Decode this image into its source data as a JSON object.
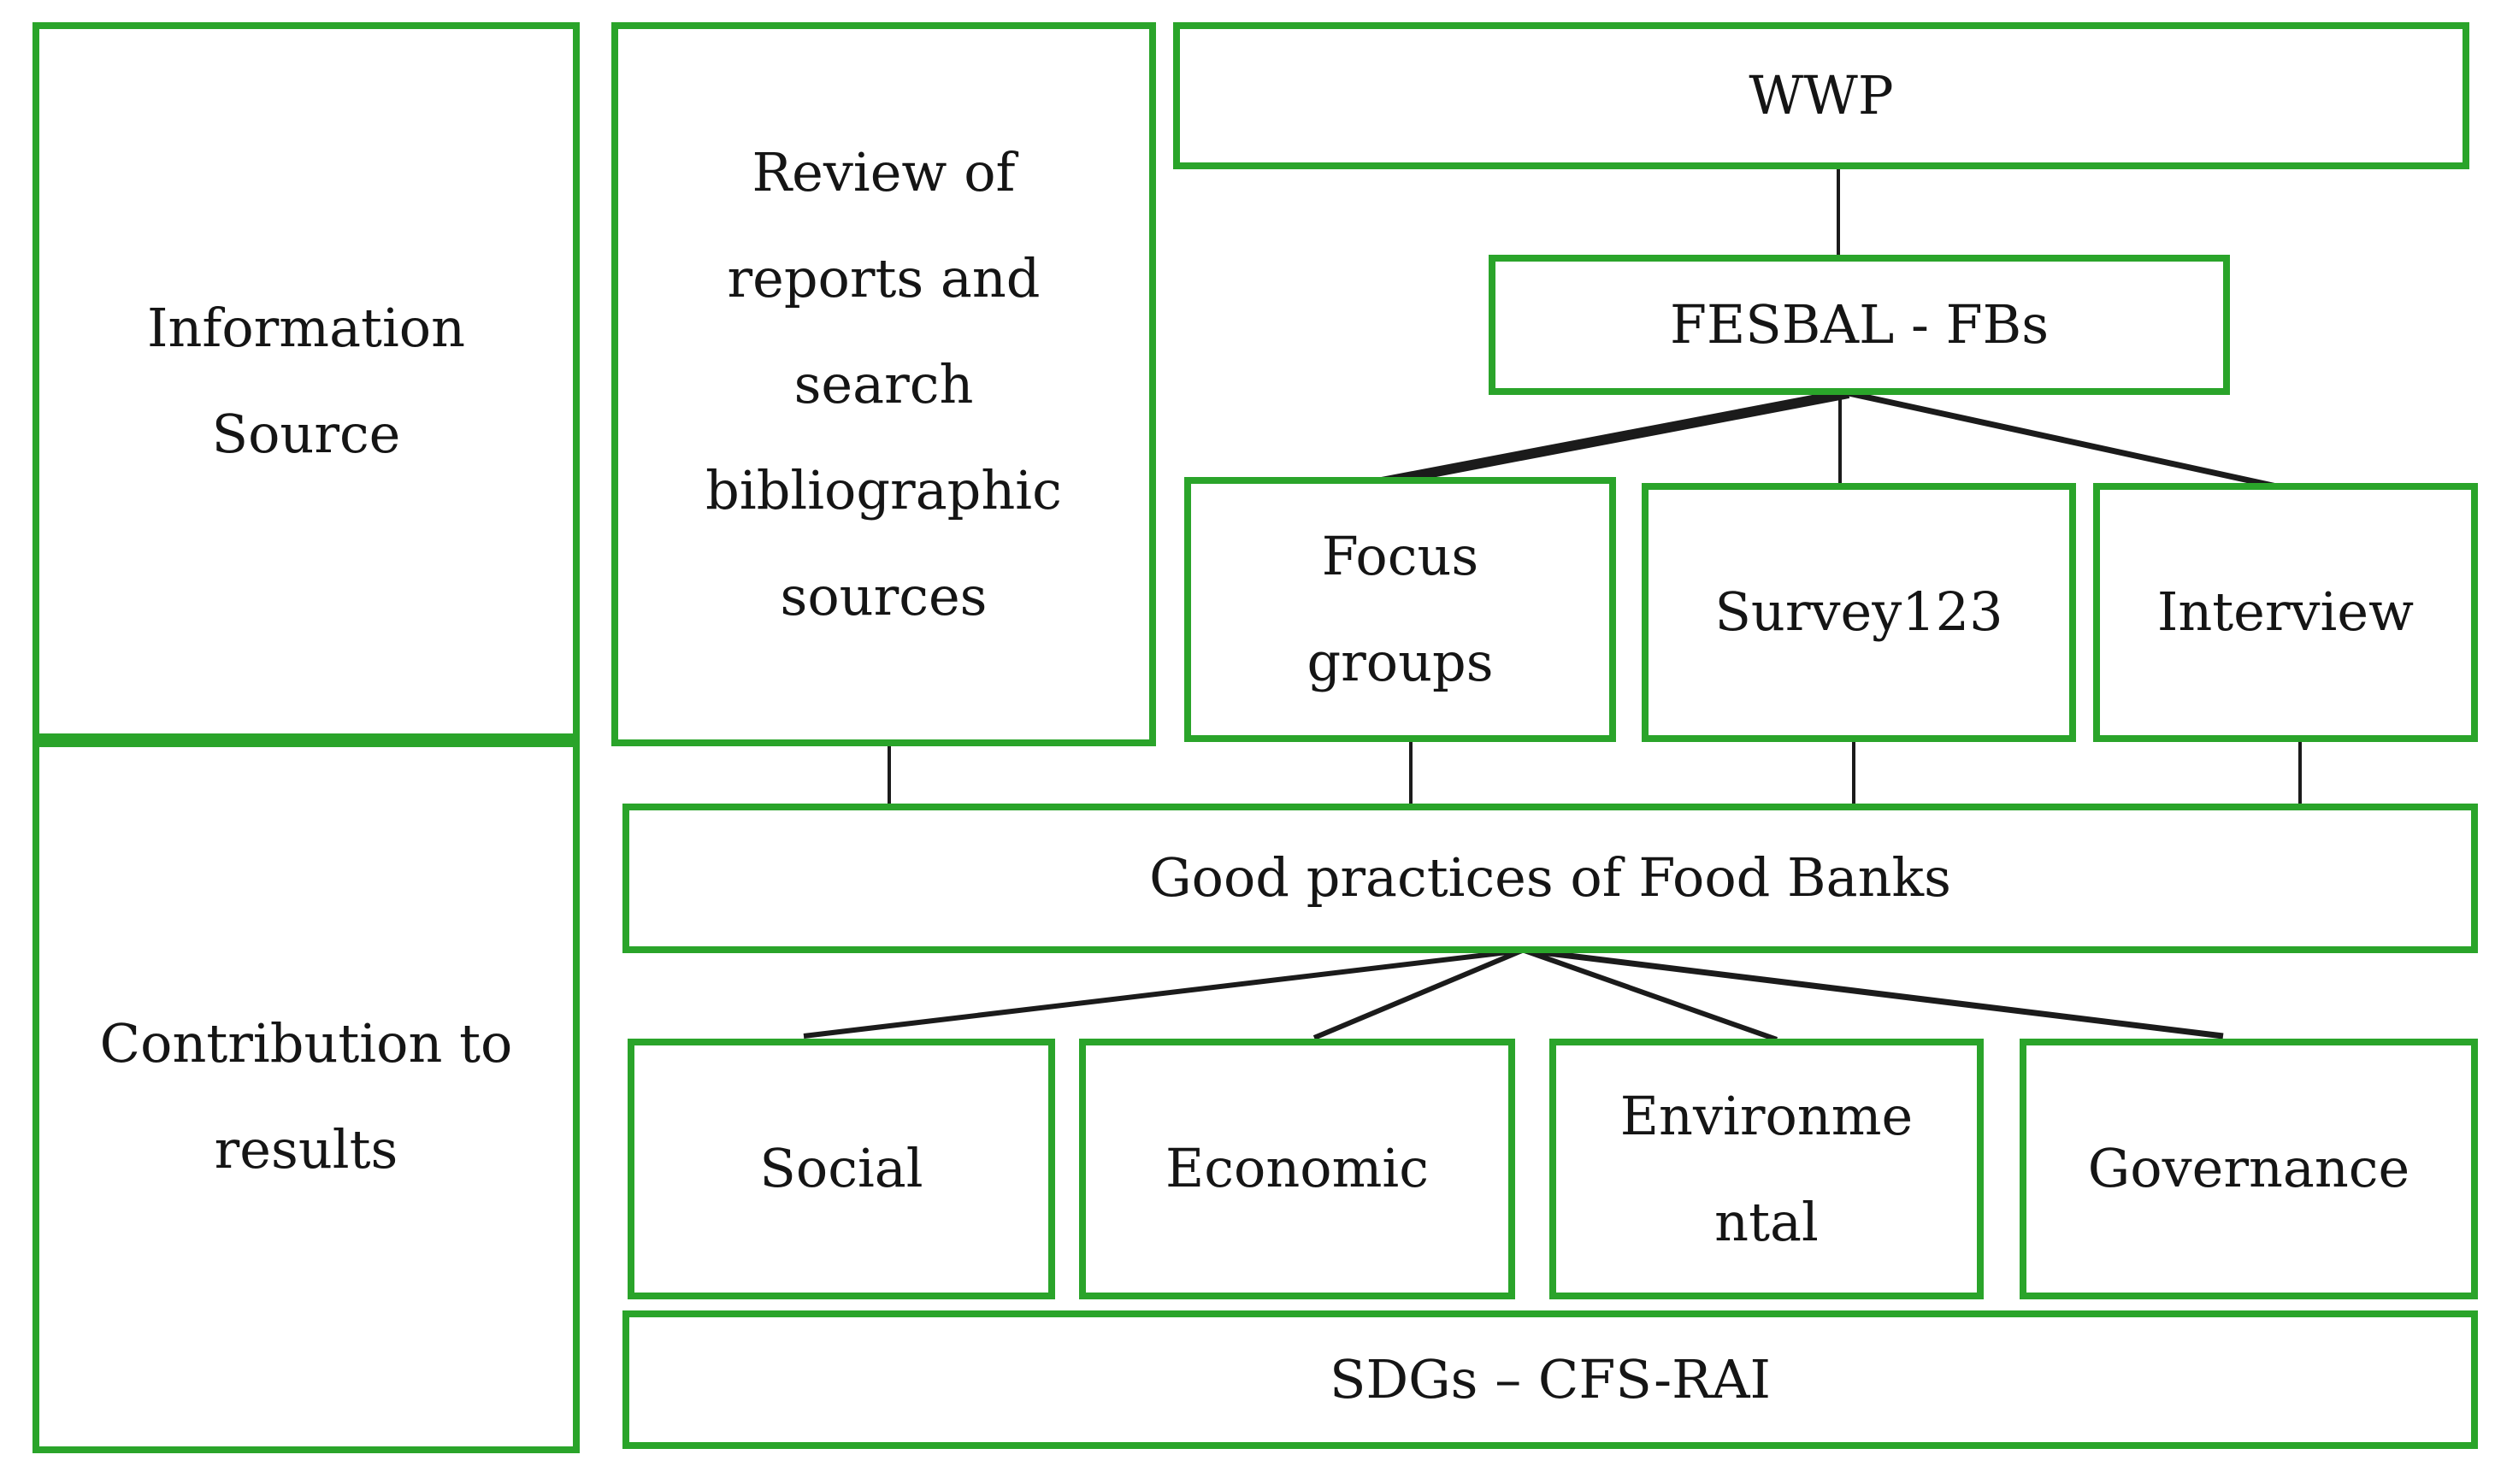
{
  "figure": {
    "left_labels": {
      "information_source": "Information\nSource",
      "contribution_to_results": "Contribution to\nresults"
    },
    "nodes": {
      "review": "Review of\nreports and\nsearch\nbibliographic\nsources",
      "wwp": "WWP",
      "fesbal": "FESBAL - FBs",
      "focus_groups": "Focus\ngroups",
      "survey123": "Survey123",
      "interview": "Interview",
      "good_practices": "Good practices of Food Banks",
      "social": "Social",
      "economic": "Economic",
      "environmental": "Environme\nntal",
      "governance": "Governance",
      "sdgs_cfs_rai": "SDGs – CFS-RAI"
    },
    "colors": {
      "box_border": "#2aa42a",
      "text": "#151515",
      "connector": "#1b1b1b"
    }
  }
}
